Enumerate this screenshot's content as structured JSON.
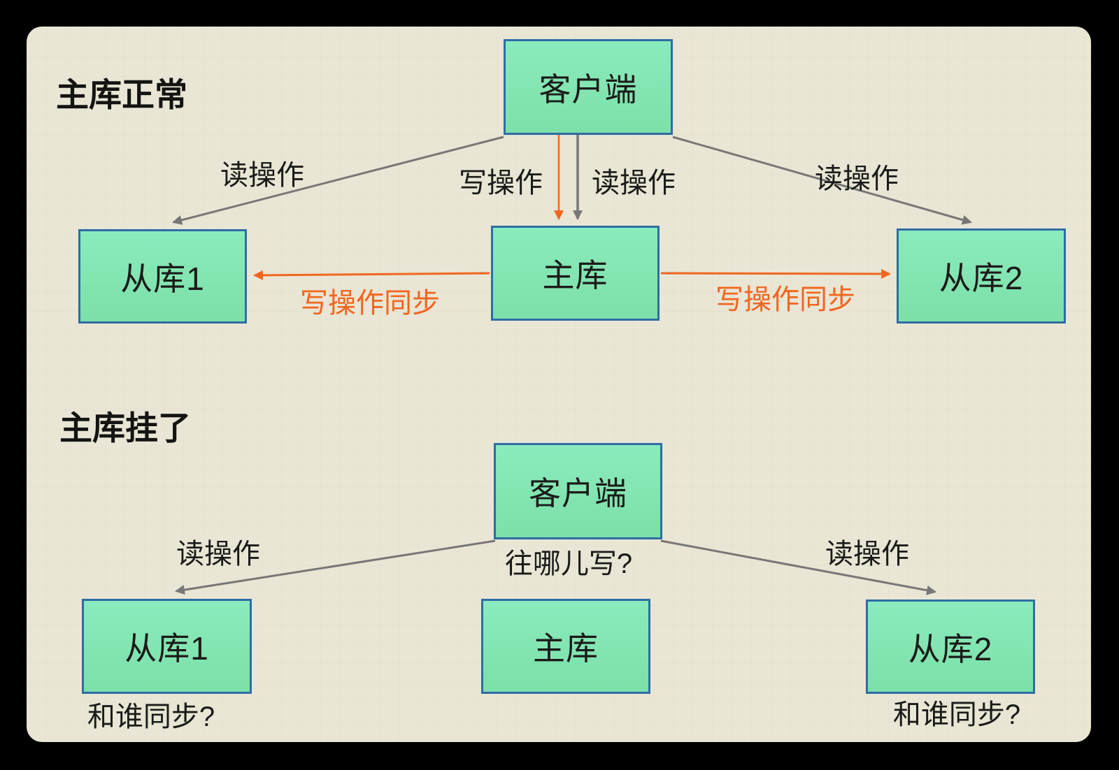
{
  "colors": {
    "background": "#000000",
    "panel_bg": "#E9E6D5",
    "box_fill": "#7FE6B0",
    "box_border": "#2E6DA4",
    "arrow_gray": "#787776",
    "accent_orange": "#F2661F",
    "text": "#1B1B19"
  },
  "s1": {
    "title": "主库正常",
    "nodes": {
      "client": "客户端",
      "master": "主库",
      "slave1": "从库1",
      "slave2": "从库2"
    },
    "labels": {
      "read_left": "读操作",
      "write": "写操作",
      "read_mid": "读操作",
      "read_right": "读操作",
      "sync_left": "写操作同步",
      "sync_right": "写操作同步"
    }
  },
  "s2": {
    "title": "主库挂了",
    "nodes": {
      "client": "客户端",
      "master": "主库",
      "slave1": "从库1",
      "slave2": "从库2"
    },
    "labels": {
      "read_left": "读操作",
      "write_question": "往哪儿写?",
      "read_right": "读操作",
      "sync_question_left": "和谁同步?",
      "sync_question_right": "和谁同步?"
    }
  }
}
